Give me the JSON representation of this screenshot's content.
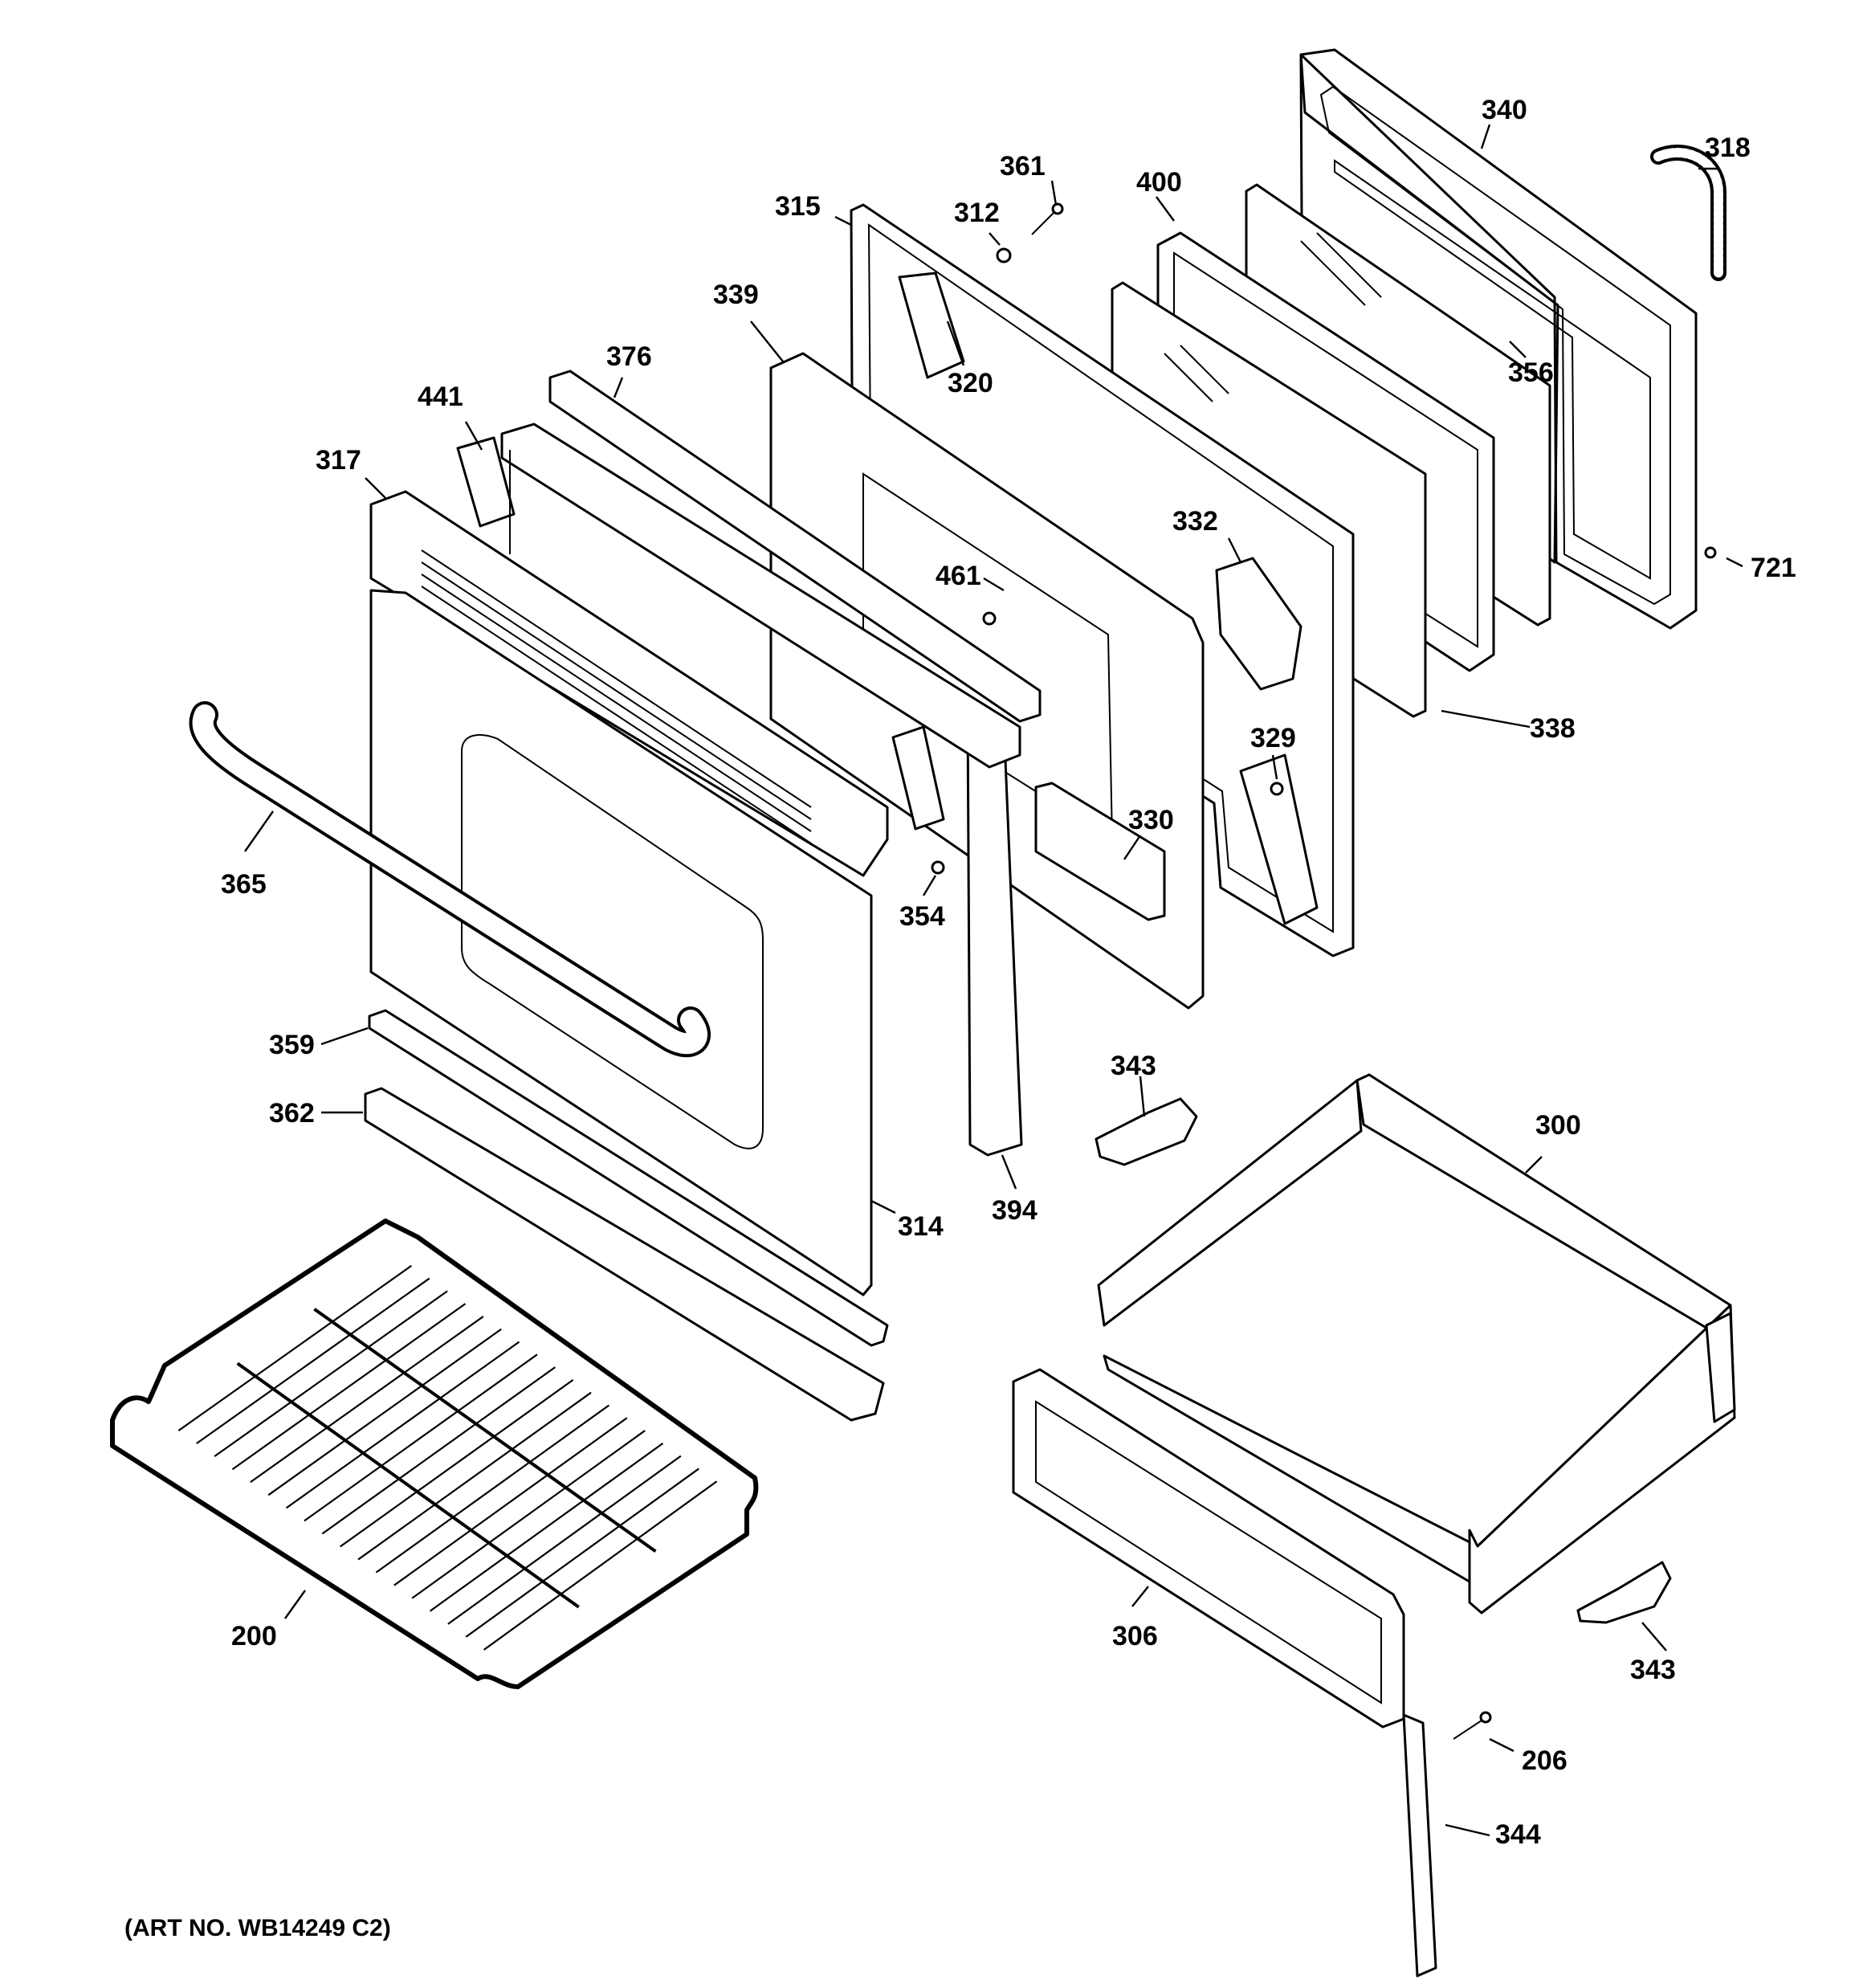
{
  "colors": {
    "line": "#000000",
    "background": "#ffffff"
  },
  "art_number": "(ART NO. WB14249 C2)",
  "callouts": [
    {
      "id": "340",
      "label": "340"
    },
    {
      "id": "318",
      "label": "318"
    },
    {
      "id": "361",
      "label": "361"
    },
    {
      "id": "312",
      "label": "312"
    },
    {
      "id": "315",
      "label": "315"
    },
    {
      "id": "400",
      "label": "400"
    },
    {
      "id": "339",
      "label": "339"
    },
    {
      "id": "376",
      "label": "376"
    },
    {
      "id": "320",
      "label": "320"
    },
    {
      "id": "356",
      "label": "356"
    },
    {
      "id": "441",
      "label": "441"
    },
    {
      "id": "317",
      "label": "317"
    },
    {
      "id": "332",
      "label": "332"
    },
    {
      "id": "721",
      "label": "721"
    },
    {
      "id": "461",
      "label": "461"
    },
    {
      "id": "338",
      "label": "338"
    },
    {
      "id": "329",
      "label": "329"
    },
    {
      "id": "330",
      "label": "330"
    },
    {
      "id": "365",
      "label": "365"
    },
    {
      "id": "354",
      "label": "354"
    },
    {
      "id": "359",
      "label": "359"
    },
    {
      "id": "343a",
      "label": "343"
    },
    {
      "id": "362",
      "label": "362"
    },
    {
      "id": "300",
      "label": "300"
    },
    {
      "id": "394",
      "label": "394"
    },
    {
      "id": "314",
      "label": "314"
    },
    {
      "id": "200",
      "label": "200"
    },
    {
      "id": "306",
      "label": "306"
    },
    {
      "id": "343b",
      "label": "343"
    },
    {
      "id": "206",
      "label": "206"
    },
    {
      "id": "344",
      "label": "344"
    }
  ]
}
